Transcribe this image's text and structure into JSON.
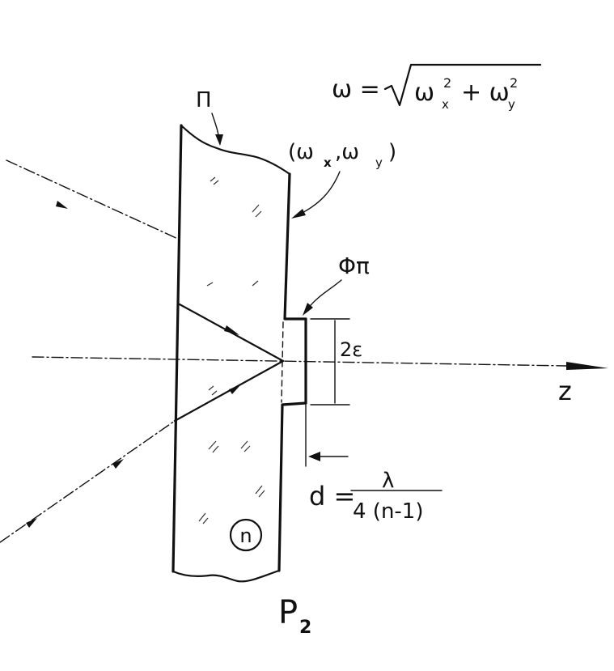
{
  "labels": {
    "plate_top": "Π",
    "omega_eq_lhs": "ω =",
    "omega_sqrt": "ω",
    "omega_x_sub": "x",
    "omega_x_sup": "2",
    "omega_plus": "+ ω",
    "omega_y_sub": "y",
    "omega_y_sup": "2",
    "coords": "(ω",
    "coords_x": "x",
    "coords_mid": ",ω",
    "coords_y": "y",
    "coords_end": ")",
    "phi": "Φπ",
    "two_eps": "2ε",
    "z_axis": "z",
    "d_lhs": "d =",
    "d_num": "λ",
    "d_den": "4 (n-1)",
    "n_circle": "n",
    "plate_name": "P",
    "plate_sub": "2"
  }
}
